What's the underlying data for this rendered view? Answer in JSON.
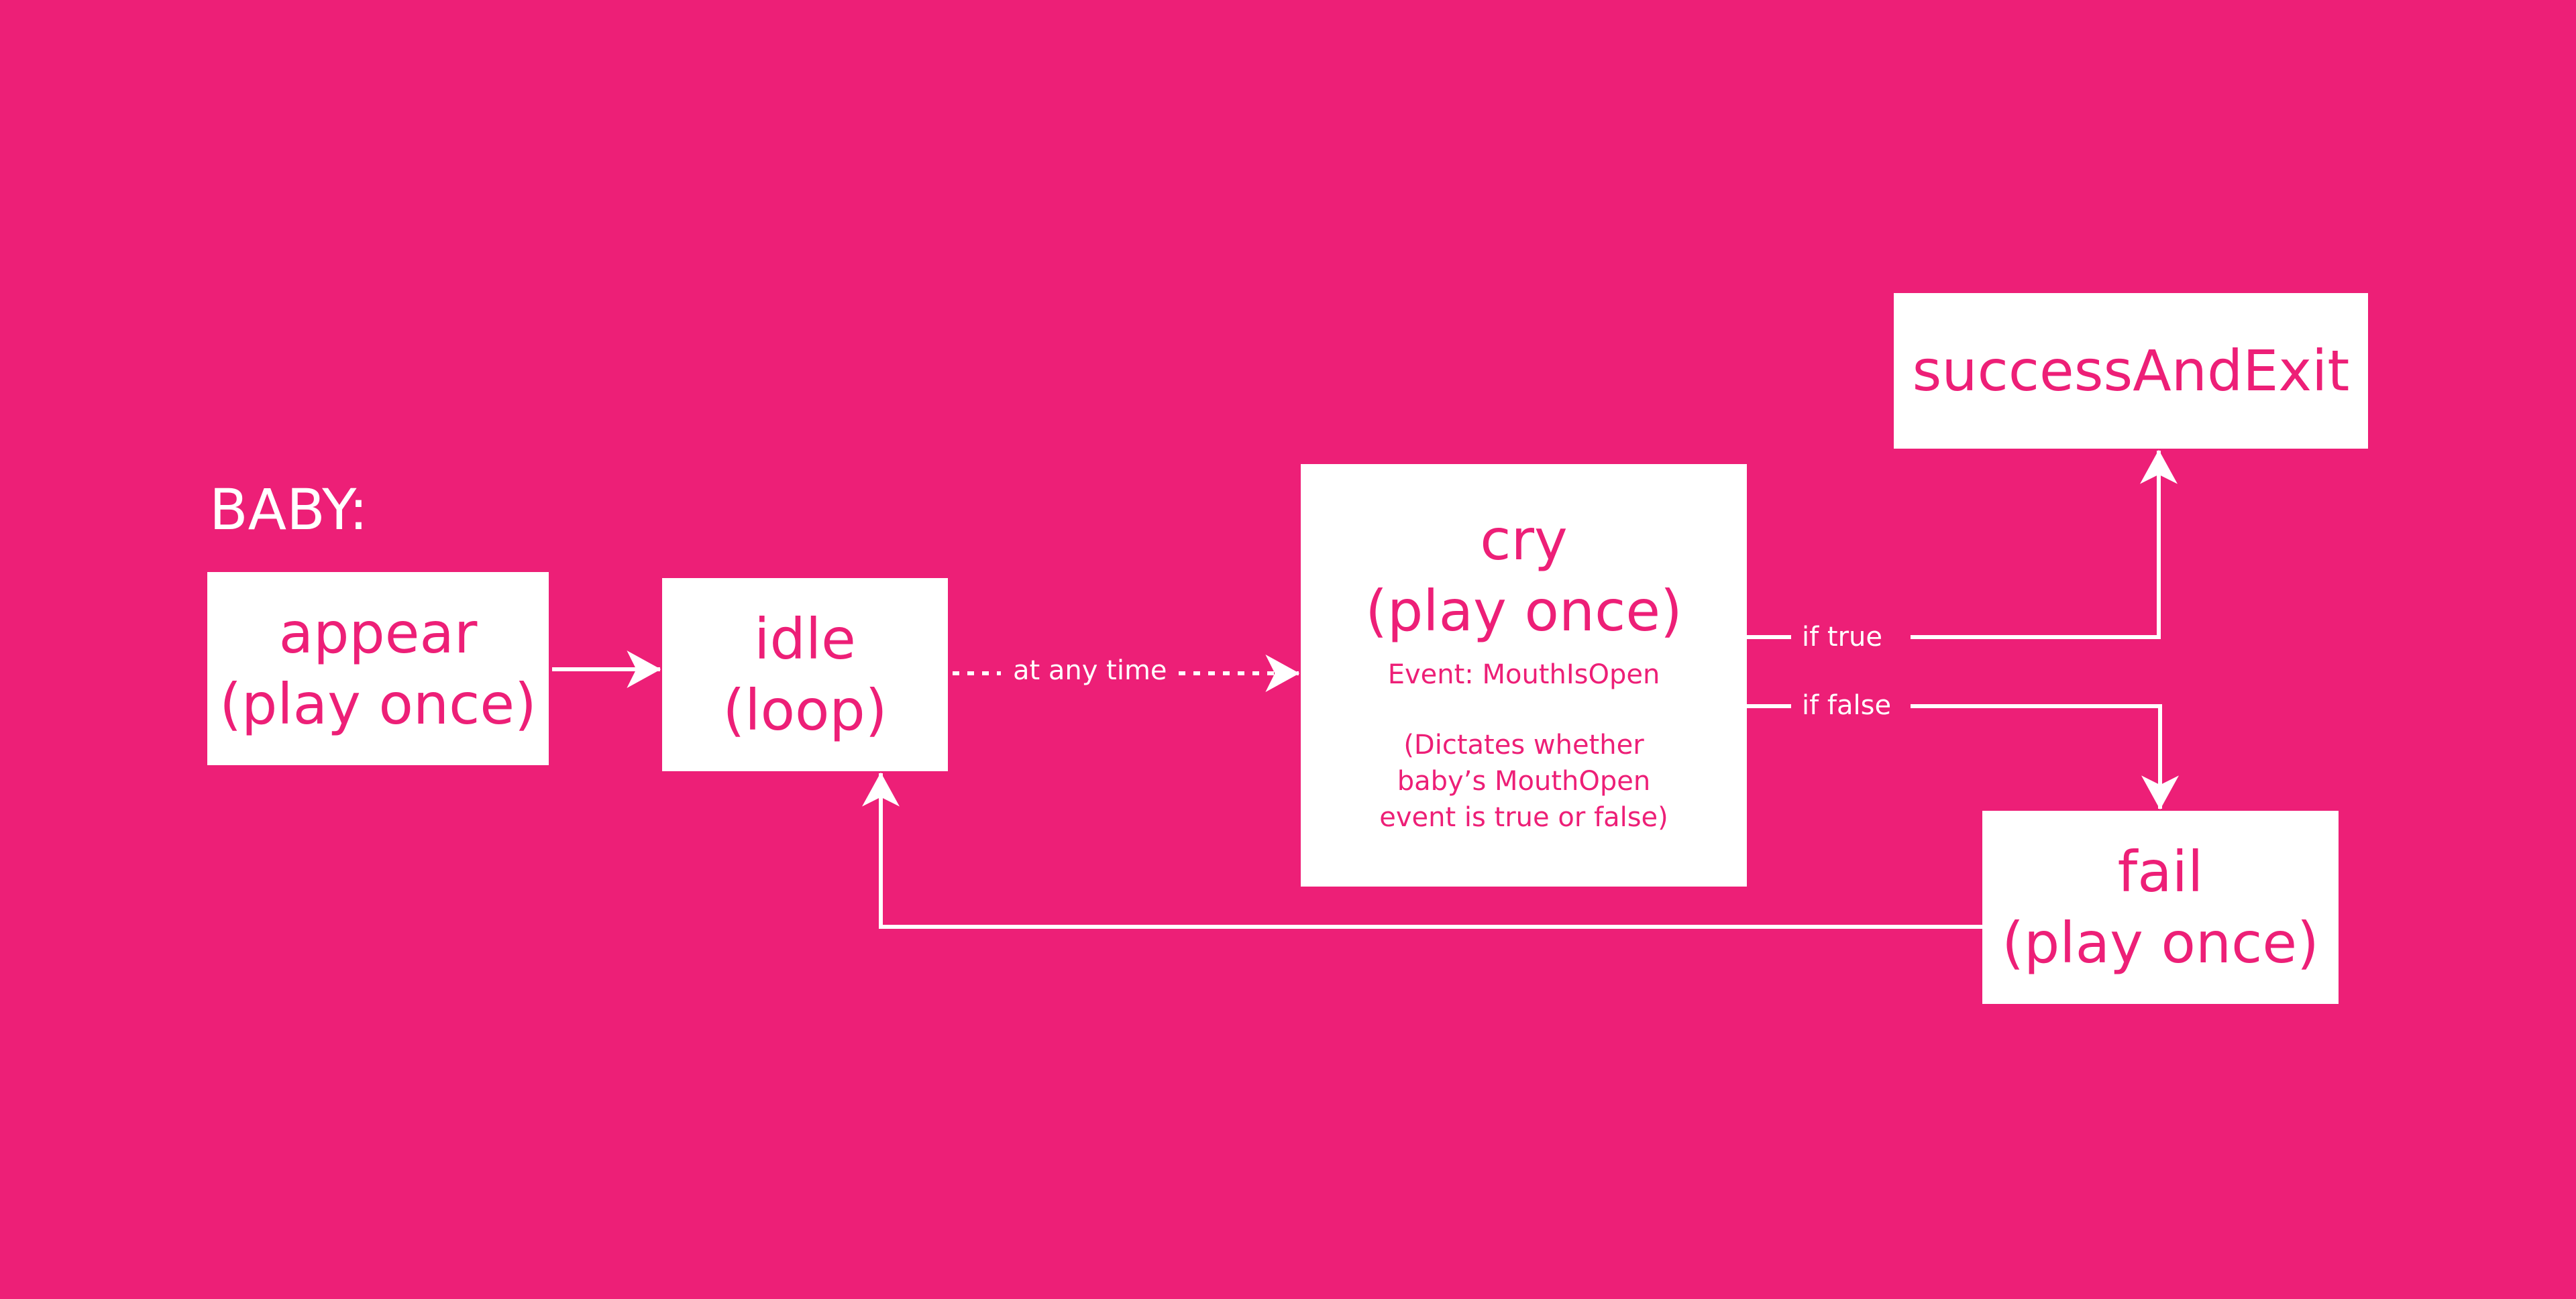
{
  "diagram": {
    "heading": "BABY:",
    "colors": {
      "background": "#ED1F77",
      "box_fill": "#FFFFFF",
      "box_text": "#ED1F77",
      "line": "#FFFFFF"
    },
    "nodes": {
      "appear": {
        "title": "appear",
        "subtitle": "(play once)"
      },
      "idle": {
        "title": "idle",
        "subtitle": "(loop)"
      },
      "cry": {
        "title": "cry",
        "subtitle": "(play once)",
        "event": "Event: MouthIsOpen",
        "note_lines": [
          "(Dictates whether",
          "baby’s  MouthOpen",
          "event is true or false)"
        ]
      },
      "success": {
        "title": "successAndExit"
      },
      "fail": {
        "title": "fail",
        "subtitle": "(play once)"
      }
    },
    "edges": {
      "appear_to_idle": {
        "label": "",
        "style": "solid"
      },
      "idle_to_cry": {
        "label": "at any time",
        "style": "dotted"
      },
      "cry_to_success": {
        "label": "if true",
        "style": "solid"
      },
      "cry_to_fail": {
        "label": "if false",
        "style": "solid"
      },
      "fail_to_idle": {
        "label": "",
        "style": "solid"
      }
    }
  }
}
